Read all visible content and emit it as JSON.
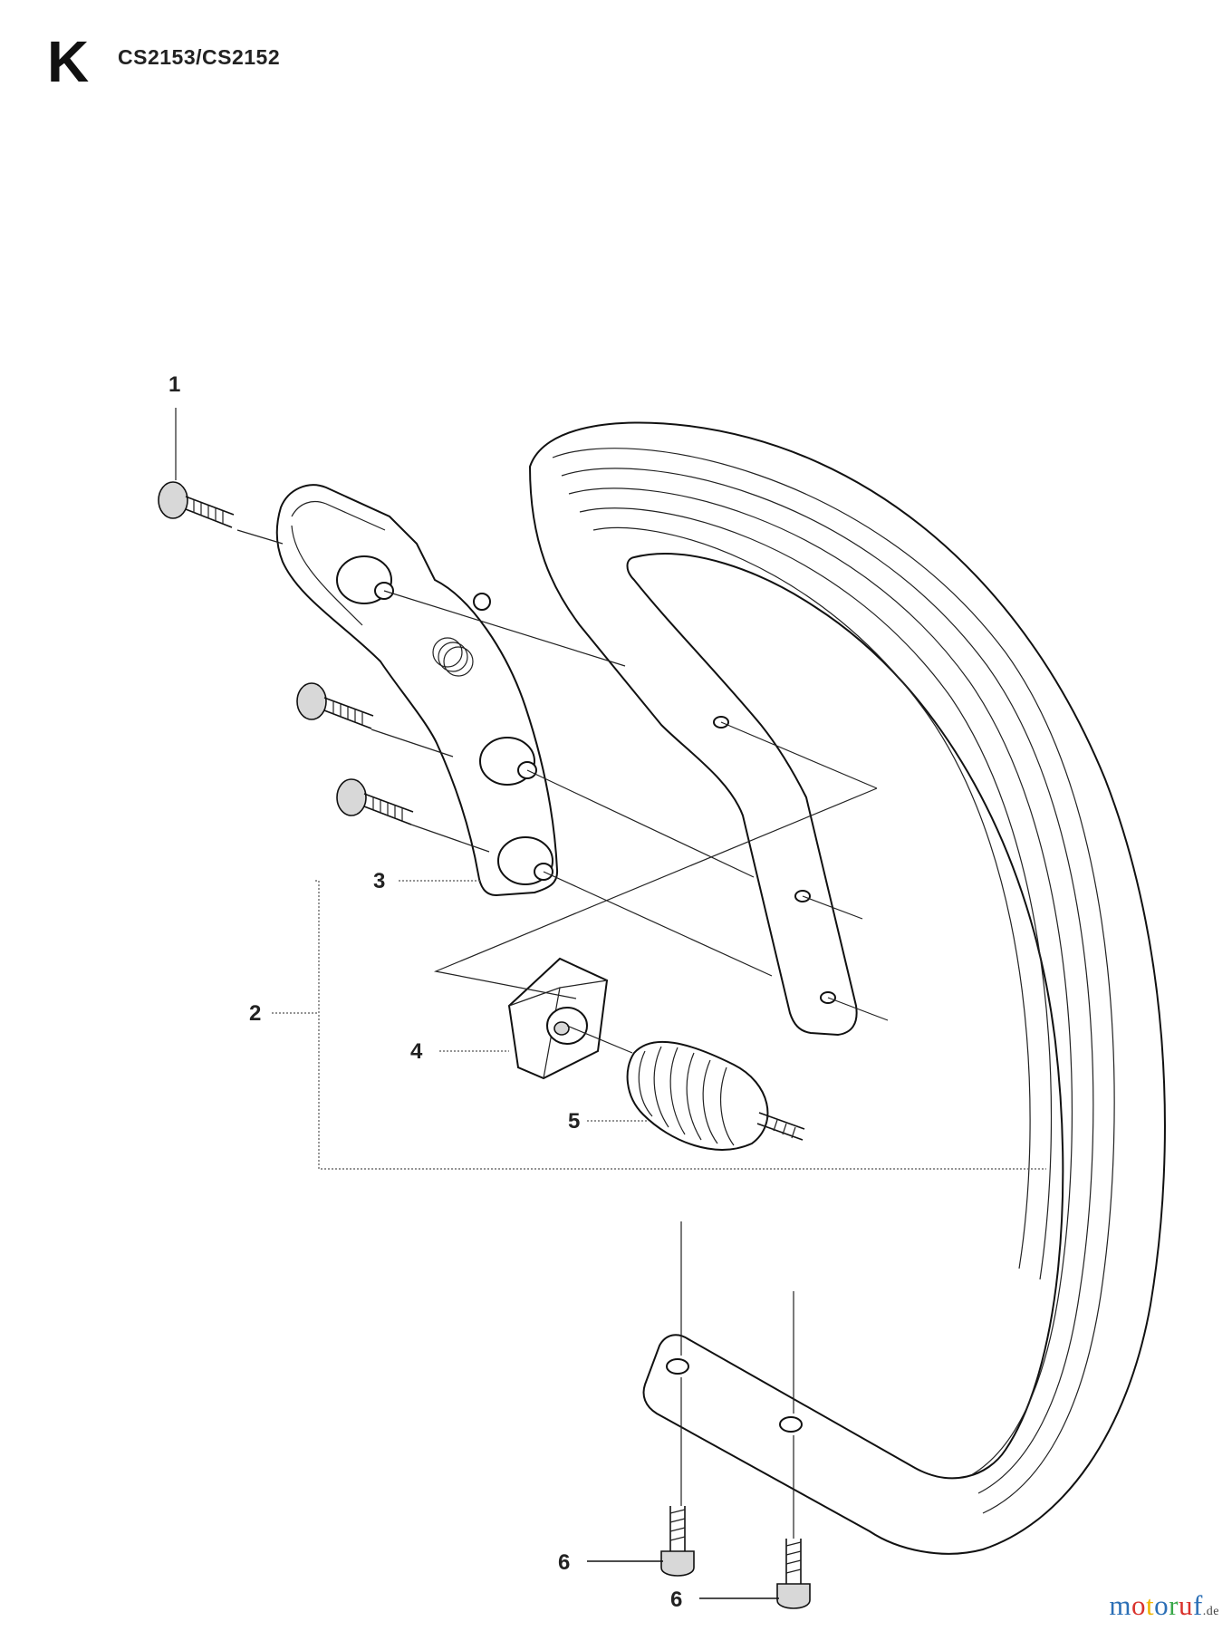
{
  "header": {
    "section_letter": "K",
    "model": "CS2153/CS2152"
  },
  "callouts": {
    "c1": "1",
    "c2": "2",
    "c3": "3",
    "c4": "4",
    "c5": "5",
    "c6a": "6",
    "c6b": "6"
  },
  "watermark": {
    "letters": [
      "m",
      "o",
      "t",
      "o",
      "r",
      "u",
      "f"
    ],
    "colors": [
      "#2b6fb6",
      "#d9322c",
      "#f0b400",
      "#2b6fb6",
      "#3aa84a",
      "#d9322c",
      "#2b6fb6"
    ],
    "suffix": ".de"
  }
}
